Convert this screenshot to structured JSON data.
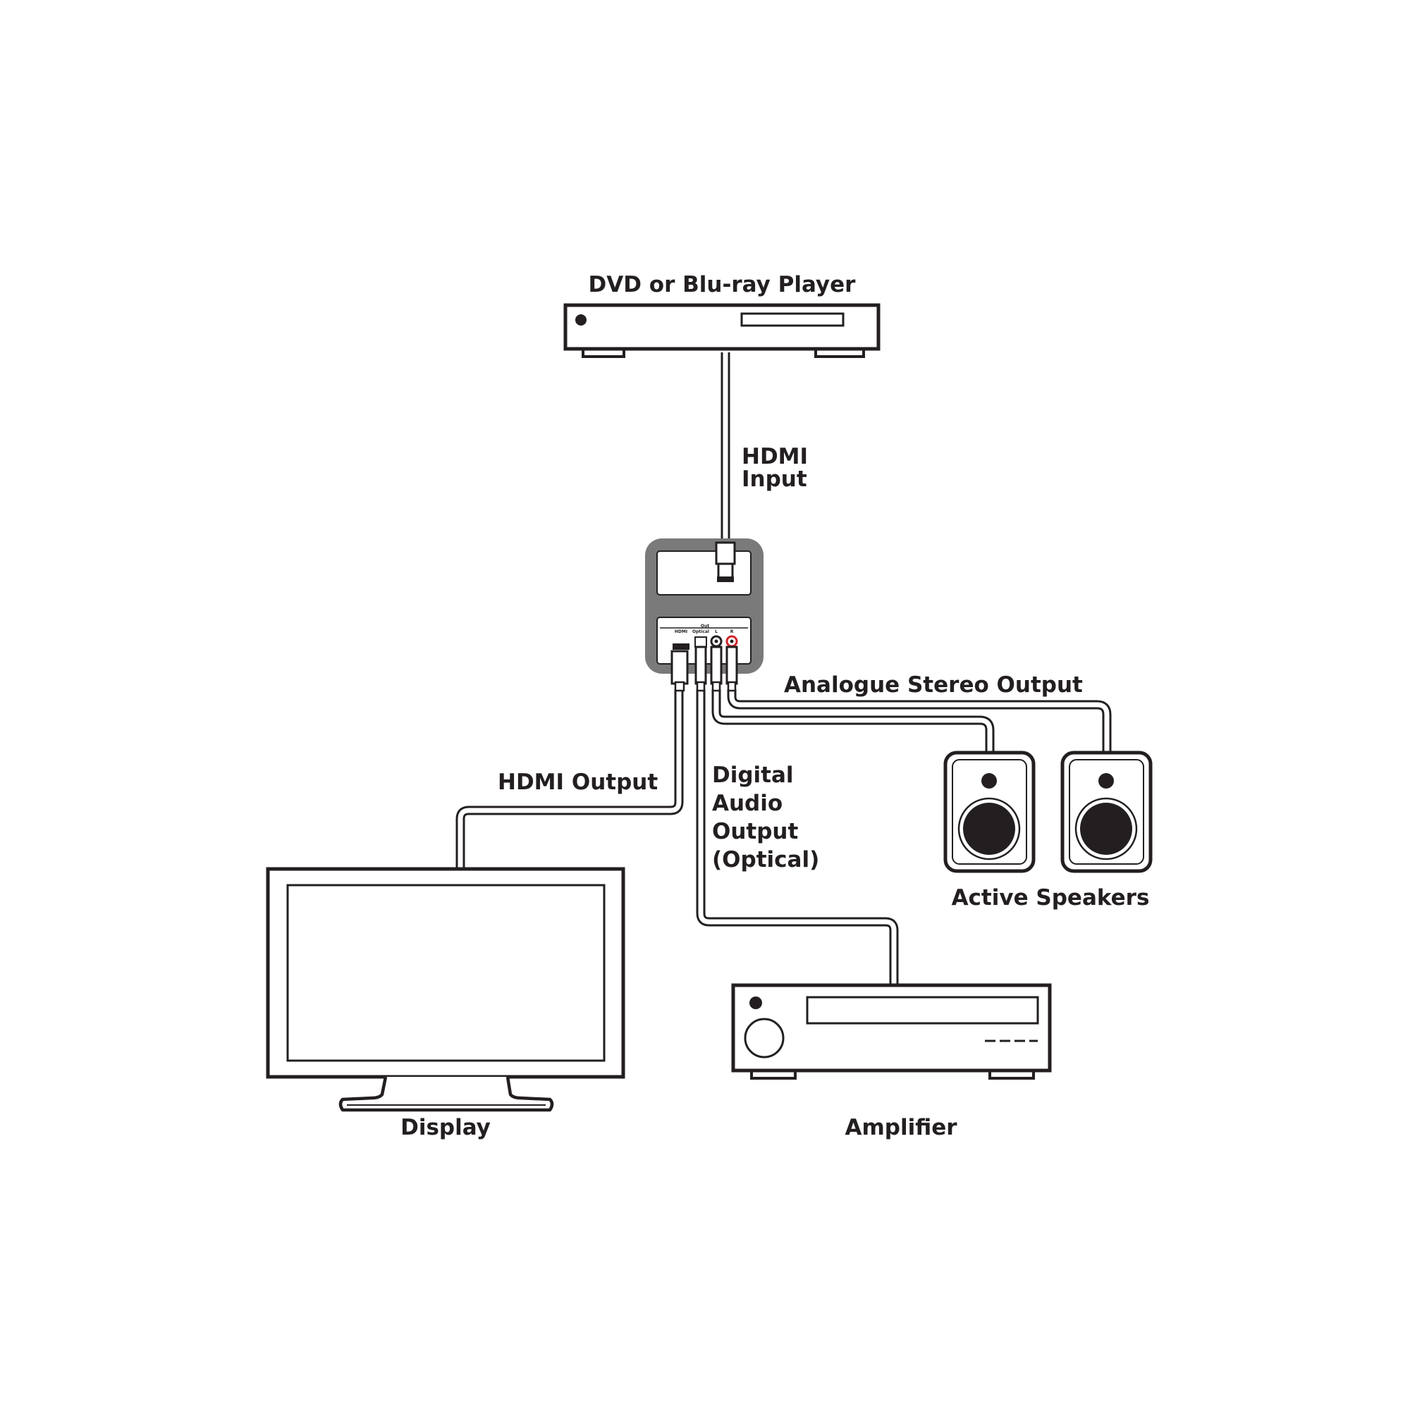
{
  "labels": {
    "player": "DVD or Blu-ray Player",
    "hdmi_input_line1": "HDMI",
    "hdmi_input_line2": "Input",
    "analogue_output": "Analogue Stereo Output",
    "hdmi_output": "HDMI Output",
    "digital_line1": "Digital",
    "digital_line2": "Audio",
    "digital_line3": "Output",
    "digital_line4": "(Optical)",
    "speakers": "Active Speakers",
    "display": "Display",
    "amplifier": "Amplifier"
  },
  "device_ports": {
    "out_label": "Out",
    "hdmi_label": "HDMI",
    "optical_label": "Optical",
    "left_label": "L",
    "right_label": "R"
  },
  "colors": {
    "ink": "#231f20",
    "converter_body": "#7a7a7a",
    "rca_right": "#d2232a"
  }
}
